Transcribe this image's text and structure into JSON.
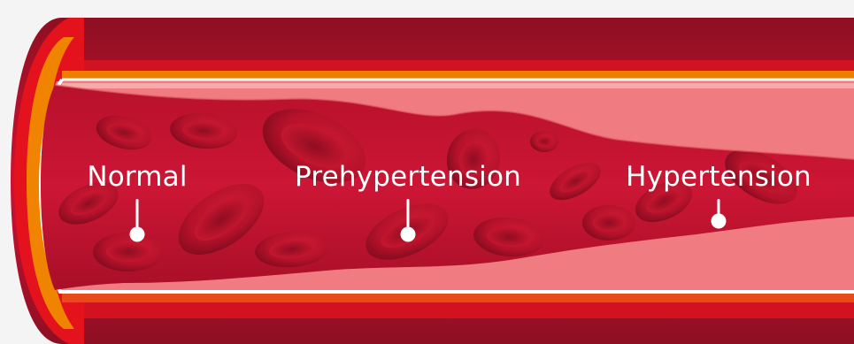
{
  "labels": {
    "normal": "Normal",
    "prehypertension": "Prehypertension",
    "hypertension": "Hypertension"
  },
  "colors": {
    "background": "#f4f4f4",
    "outer_wall": "#c8102e",
    "orange_layer": "#ef7d00",
    "lumen_wall": "#f07b80",
    "blood": "#c41230",
    "cell": "#b5122b",
    "label_text": "#ffffff"
  }
}
